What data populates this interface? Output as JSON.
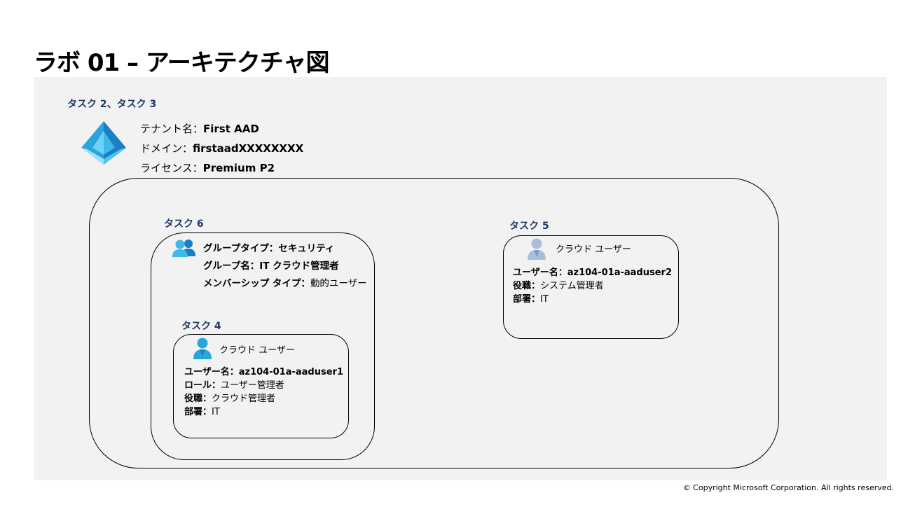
{
  "title": "ラボ 01 – アーキテクチャ図",
  "tenant": {
    "task_label": "タスク 2、タスク 3",
    "icon": "azure-ad-icon",
    "name_key": "テナント名：",
    "name_val": "First  AAD",
    "domain_key": "ドメイン：",
    "domain_val": "firstaadXXXXXXXX",
    "license_key": "ライセンス：",
    "license_val": "Premium  P2"
  },
  "group": {
    "task_label": "タスク 6",
    "icon": "group-icon",
    "type_key": "グループタイプ：",
    "type_val": "セキュリティ",
    "name_key": "グループ名：",
    "name_val": "IT クラウド管理者",
    "membership_key": "メンバーシップ タイプ：",
    "membership_val": "動的ユーザー"
  },
  "user1": {
    "task_label": "タスク 4",
    "icon": "user-icon",
    "heading": "クラウド ユーザー",
    "username_key": "ユーザー名：",
    "username_val": "az104-01a-aaduser1",
    "role_key": "ロール：",
    "role_val": "ユーザー管理者",
    "job_key": "役職：",
    "job_val": "クラウド管理者",
    "dept_key": "部署：",
    "dept_val": "IT"
  },
  "user2": {
    "task_label": "タスク  5",
    "icon": "user-icon",
    "heading": "クラウド ユーザー",
    "username_key": "ユーザー名：",
    "username_val": "az104-01a-aaduser2",
    "job_key": "役職：",
    "job_val": "システム管理者",
    "dept_key": "部署：",
    "dept_val": "IT"
  },
  "copyright": "© Copyright Microsoft Corporation. All rights reserved.",
  "colors": {
    "background": "#f2f2f2",
    "task_label": "#1f3864",
    "azure_blue": "#2aa5dc",
    "user_gray": "#a9bedb"
  }
}
